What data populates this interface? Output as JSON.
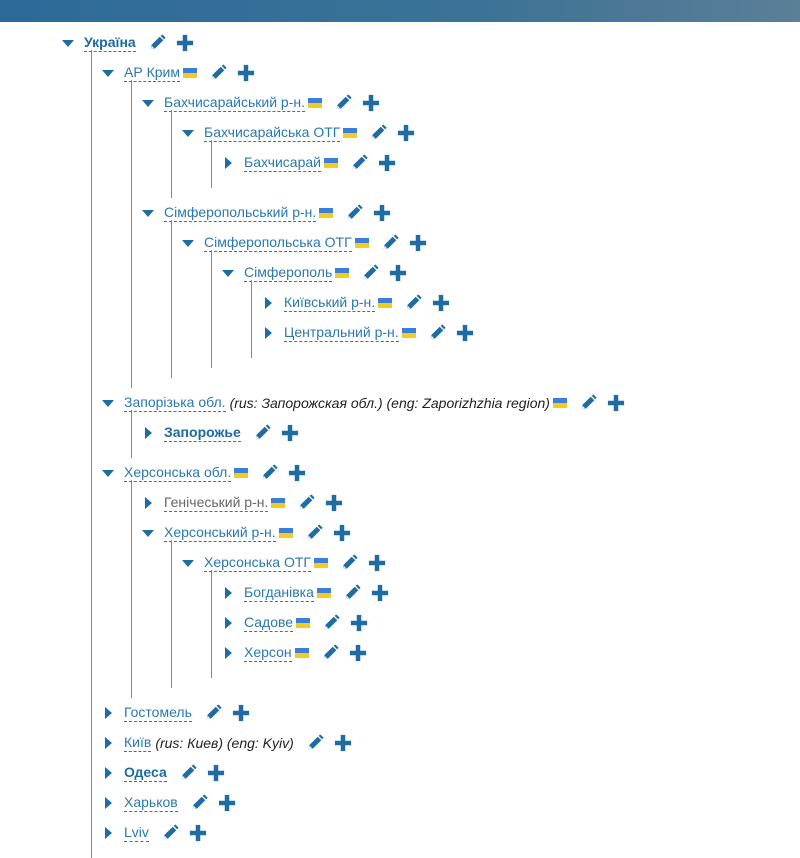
{
  "colors": {
    "link": "#2a78b0",
    "icon": "#1f6ca3",
    "flag_top": "#3b7fd6",
    "flag_bottom": "#f5cc1b"
  },
  "tree": [
    {
      "label": "Україна",
      "bold": true,
      "expanded": true,
      "children": [
        {
          "label": "АР Крим",
          "flag": true,
          "expanded": true,
          "children": [
            {
              "label": "Бахчисарайський р-н.",
              "flag": true,
              "expanded": true,
              "children": [
                {
                  "label": "Бахчисарайська ОТГ",
                  "flag": true,
                  "expanded": true,
                  "children": [
                    {
                      "label": "Бахчисарай",
                      "flag": true
                    }
                  ]
                }
              ]
            },
            {
              "label": "Сімферопольський р-н.",
              "flag": true,
              "expanded": true,
              "children": [
                {
                  "label": "Сімферопольська ОТГ",
                  "flag": true,
                  "expanded": true,
                  "children": [
                    {
                      "label": "Сімферополь",
                      "flag": true,
                      "expanded": true,
                      "children": [
                        {
                          "label": "Київський р-н.",
                          "flag": true
                        },
                        {
                          "label": "Центральний р-н.",
                          "flag": true
                        }
                      ]
                    }
                  ]
                }
              ]
            }
          ]
        },
        {
          "label": "Запорізька обл.",
          "note": "(rus: Запорожская обл.) (eng: Zaporizhzhia region)",
          "flag": true,
          "expanded": true,
          "children": [
            {
              "label": "Запорожье",
              "bold": true
            }
          ]
        },
        {
          "label": "Херсонська обл.",
          "flag": true,
          "expanded": true,
          "children": [
            {
              "label": "Генічеський р-н.",
              "flag": true,
              "muted": true
            },
            {
              "label": "Херсонський р-н.",
              "flag": true,
              "expanded": true,
              "children": [
                {
                  "label": "Херсонська ОТГ",
                  "flag": true,
                  "expanded": true,
                  "children": [
                    {
                      "label": "Богданівка",
                      "flag": true
                    },
                    {
                      "label": "Садове",
                      "flag": true
                    },
                    {
                      "label": "Херсон",
                      "flag": true
                    }
                  ]
                }
              ]
            }
          ]
        },
        {
          "label": "Гостомель"
        },
        {
          "label": "Київ",
          "note": "(rus: Киев) (eng: Kyiv)"
        },
        {
          "label": "Одеса",
          "bold": true
        },
        {
          "label": "Харьков"
        },
        {
          "label": "Lviv"
        }
      ]
    }
  ]
}
